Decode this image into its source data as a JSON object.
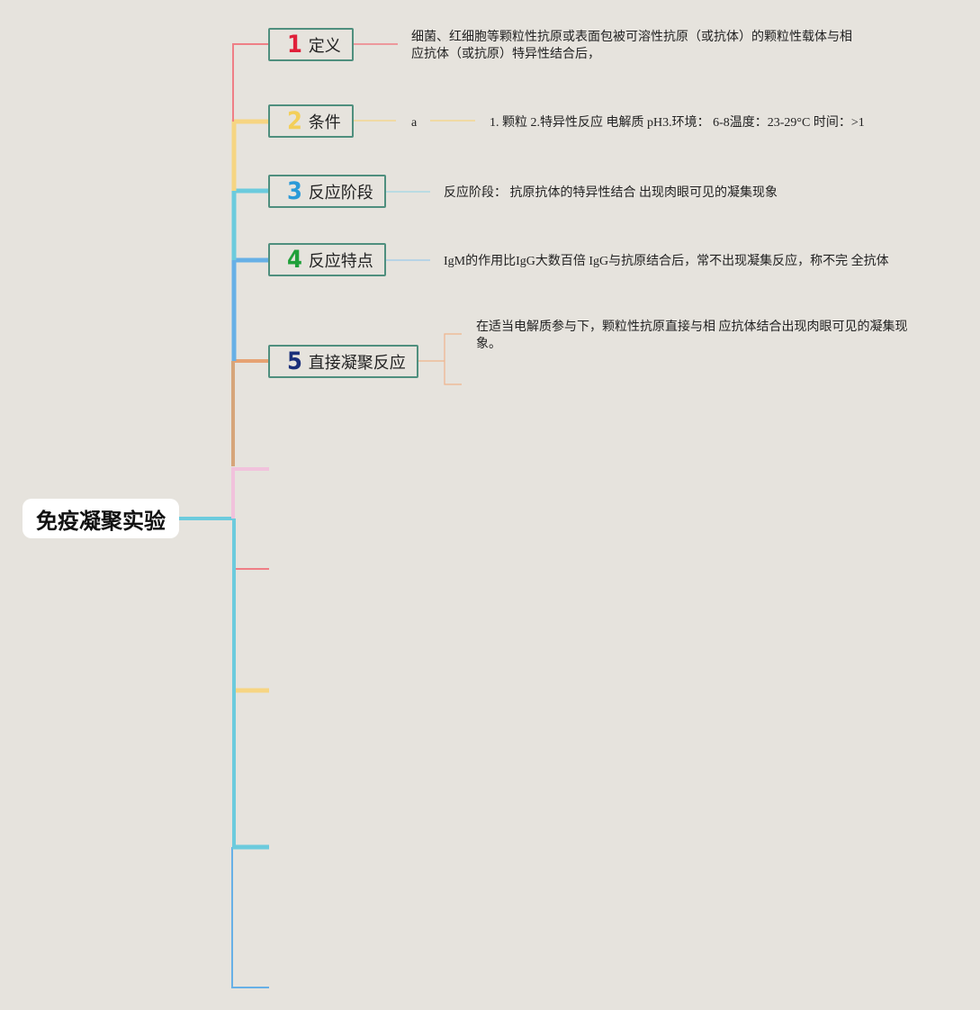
{
  "root": {
    "label": "免疫凝聚实验"
  },
  "topics": [
    {
      "num": "1",
      "label": "定义",
      "num_color": "#e0203a"
    },
    {
      "num": "2",
      "label": "条件",
      "num_color": "#f3cf5a"
    },
    {
      "num": "3",
      "label": "反应阶段",
      "num_color": "#2a9ad8"
    },
    {
      "num": "4",
      "label": "反应特点",
      "num_color": "#20a03a"
    },
    {
      "num": "5",
      "label": "直接凝聚反应",
      "num_color": "#1a2f7a"
    }
  ],
  "notes": {
    "definition": "细菌、红细胞等颗粒性抗原或表面包被可溶性抗原（或抗体）的颗粒性载体与相应抗体（或抗原）特异性结合后，",
    "condition_key": "a",
    "condition": "1. 颗粒 2.特异性反应 电解质 pH3.环境： 6-8温度：23-29°C 时间：>1",
    "stage": "反应阶段： 抗原抗体的特异性结合 出现肉眼可见的凝集现象",
    "feature": "IgM的作用比IgG大数百倍 IgG与抗原结合后，常不出现凝集反应，称不完 全抗体",
    "direct": "在适当电解质参与下，颗粒性抗原直接与相 应抗体结合出现肉眼可见的凝集现象。"
  },
  "colors": {
    "red": "#ef7f86",
    "yellow": "#f6d582",
    "cyan": "#6ccbdd",
    "blue": "#67b0e6",
    "orange": "#e6a273",
    "pink": "#f1c2dc",
    "topic_border": "#4f8f7e",
    "background": "#e6e3dd"
  }
}
